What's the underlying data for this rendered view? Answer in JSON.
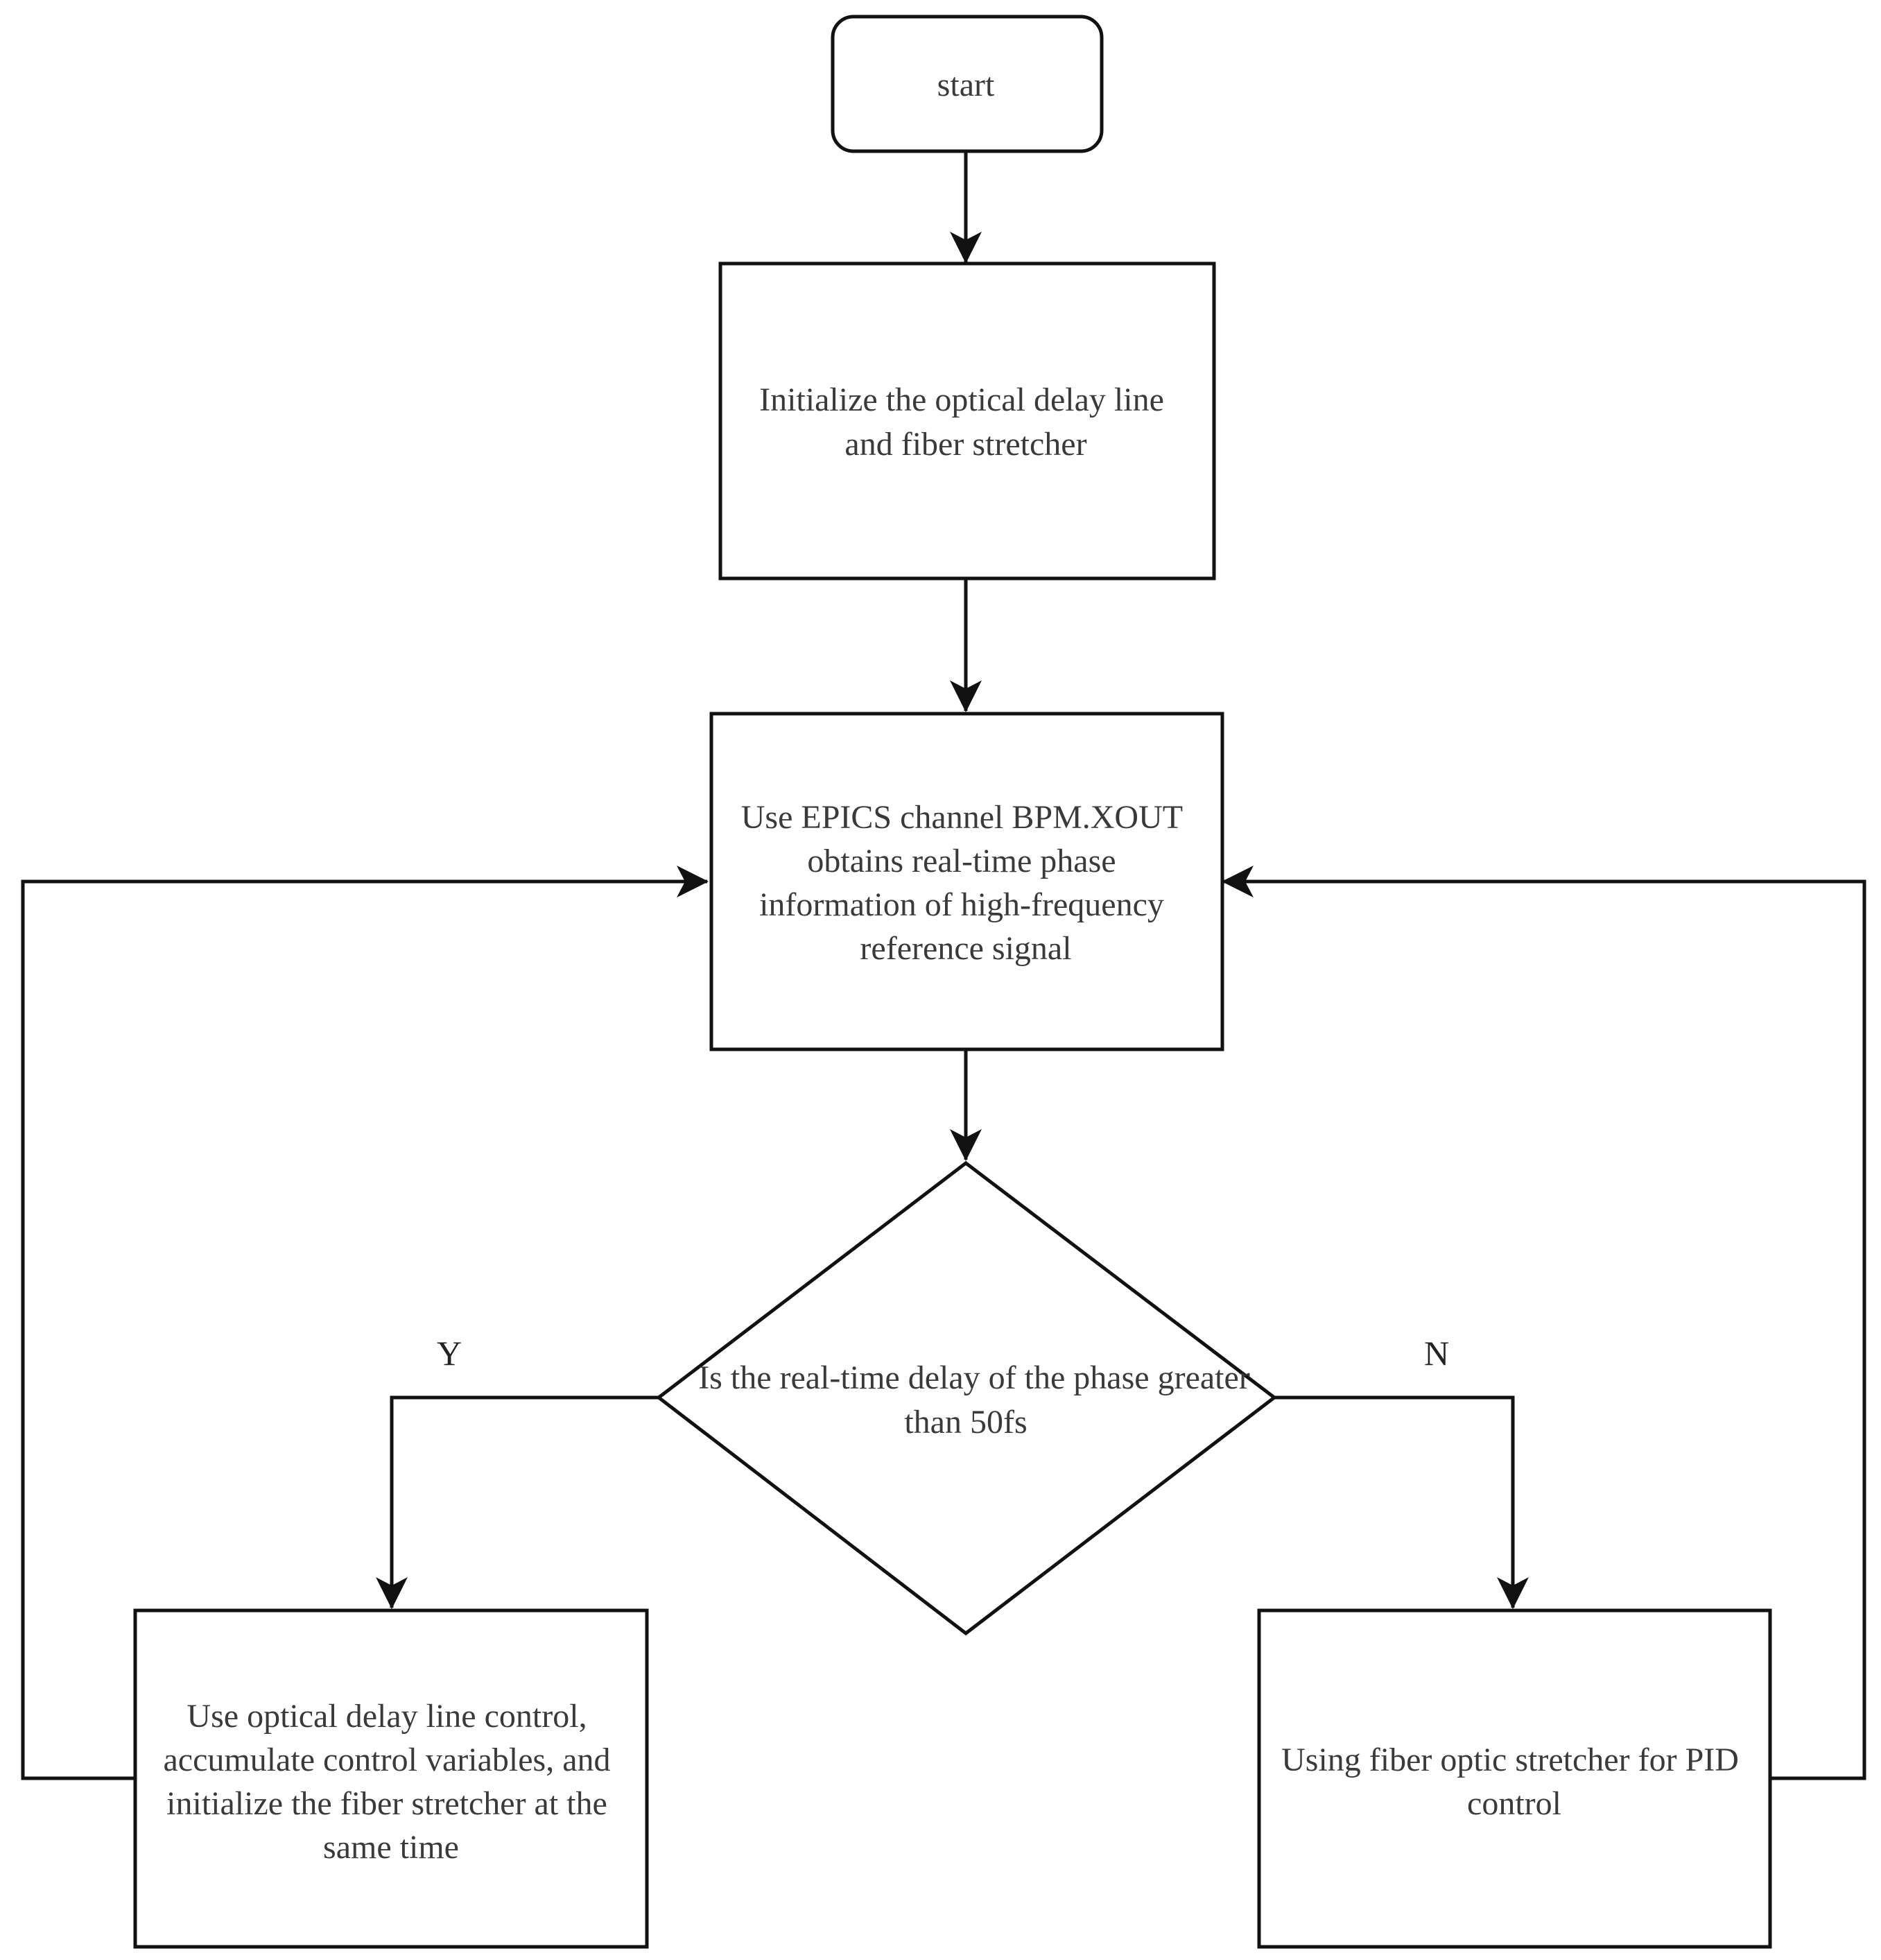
{
  "diagram": {
    "type": "flowchart",
    "nodes": {
      "start": {
        "shape": "rounded-rectangle",
        "lines": [
          "start"
        ]
      },
      "init": {
        "shape": "rectangle",
        "lines": [
          "Initialize the optical delay line",
          "and fiber stretcher"
        ]
      },
      "read": {
        "shape": "rectangle",
        "lines": [
          "Use EPICS channel BPM.XOUT",
          "obtains real-time phase",
          "information of high-frequency",
          "reference signal"
        ]
      },
      "decision": {
        "shape": "diamond",
        "lines": [
          "Is the real-time delay of the phase greater",
          "than 50fs"
        ]
      },
      "delay_control": {
        "shape": "rectangle",
        "lines": [
          "Use optical delay line control,",
          "accumulate control variables, and",
          "initialize the fiber stretcher at the",
          "same time"
        ]
      },
      "pid_control": {
        "shape": "rectangle",
        "lines": [
          "Using fiber optic stretcher for PID",
          "control"
        ]
      }
    },
    "edges": [
      {
        "from": "start",
        "to": "init",
        "label": ""
      },
      {
        "from": "init",
        "to": "read",
        "label": ""
      },
      {
        "from": "read",
        "to": "decision",
        "label": ""
      },
      {
        "from": "decision",
        "to": "delay_control",
        "label": "Y"
      },
      {
        "from": "decision",
        "to": "pid_control",
        "label": "N"
      },
      {
        "from": "delay_control",
        "to": "read",
        "label": ""
      },
      {
        "from": "pid_control",
        "to": "read",
        "label": ""
      }
    ],
    "colors": {
      "stroke": "#111111",
      "text": "#3a3a3a",
      "background": "#ffffff"
    }
  }
}
